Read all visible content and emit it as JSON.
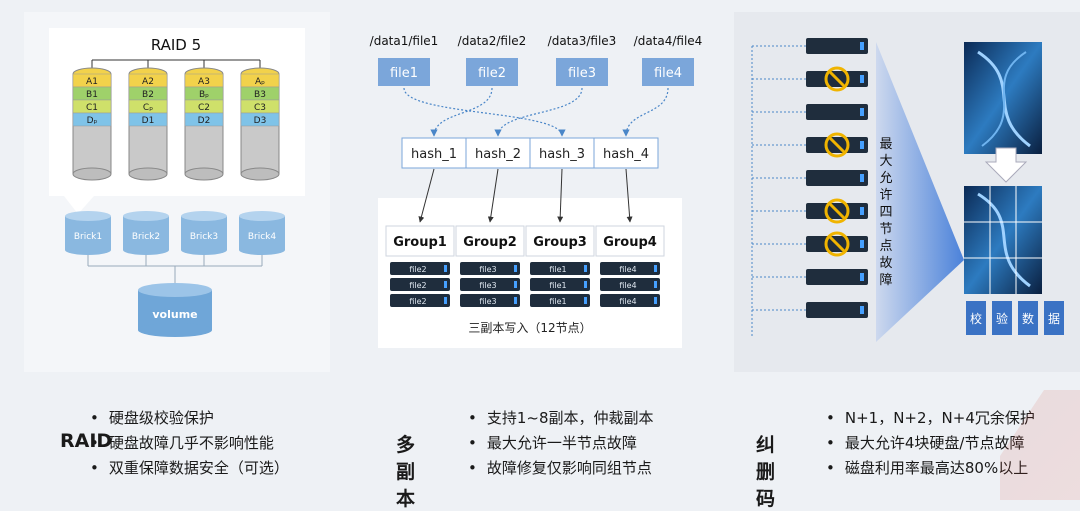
{
  "raid": {
    "title": "RAID 5",
    "disks": [
      {
        "cells": [
          "A1",
          "B1",
          "C1",
          "Dₚ"
        ]
      },
      {
        "cells": [
          "A2",
          "B2",
          "Cₚ",
          "D1"
        ]
      },
      {
        "cells": [
          "A3",
          "Bₚ",
          "C2",
          "D2"
        ]
      },
      {
        "cells": [
          "Aₚ",
          "B3",
          "C3",
          "D3"
        ]
      }
    ],
    "bricks": [
      "Brick1",
      "Brick2",
      "Brick3",
      "Brick4"
    ],
    "volume": "volume"
  },
  "replica": {
    "paths": [
      "/data1/file1",
      "/data2/file2",
      "/data3/file3",
      "/data4/file4"
    ],
    "files": [
      "file1",
      "file2",
      "file3",
      "file4"
    ],
    "hashes": [
      "hash_1",
      "hash_2",
      "hash_3",
      "hash_4"
    ],
    "groups": [
      {
        "name": "Group1",
        "nodes": [
          "file2",
          "file2",
          "file2"
        ]
      },
      {
        "name": "Group2",
        "nodes": [
          "file3",
          "file3",
          "file3"
        ]
      },
      {
        "name": "Group3",
        "nodes": [
          "file1",
          "file1",
          "file1"
        ]
      },
      {
        "name": "Group4",
        "nodes": [
          "file4",
          "file4",
          "file4"
        ]
      }
    ],
    "caption": "三副本写入（12节点）"
  },
  "erasure": {
    "vertical_label": "最大允许四节点故障",
    "servers_failed": [
      false,
      true,
      false,
      true,
      false,
      true,
      true,
      false,
      false
    ],
    "check_labels": [
      "校",
      "验",
      "数",
      "据"
    ]
  },
  "bullets": [
    {
      "title": "RAID",
      "items": [
        "硬盘级校验保护",
        "硬盘故障几乎不影响性能",
        "双重保障数据安全（可选）"
      ]
    },
    {
      "title": "多副本",
      "items": [
        "支持1~8副本，仲裁副本",
        "最大允许一半节点故障",
        "故障修复仅影响同组节点"
      ]
    },
    {
      "title": "纠删码",
      "items": [
        "N+1，N+2，N+4冗余保护",
        "最大允许4块硬盘/节点故障",
        "磁盘利用率最高达80%以上"
      ]
    }
  ],
  "colors": {
    "accent": "#4a86c8",
    "cell_yellow": "#f2d24b",
    "cell_green": "#9fd16a",
    "cell_lime": "#cfe06a",
    "cell_blue": "#7fc3e8",
    "server_dark": "#1f2d3d",
    "cylinder": "#8ab8e0"
  }
}
